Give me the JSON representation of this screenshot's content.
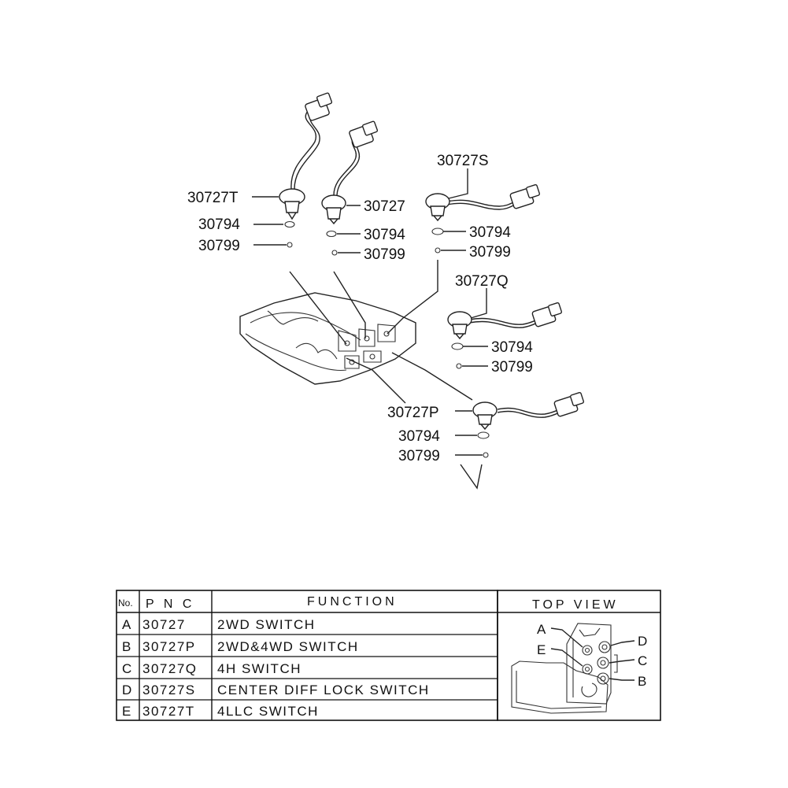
{
  "callouts": {
    "t_switch": "30727T",
    "t_washer": "30794",
    "t_ball": "30799",
    "a_switch": "30727",
    "a_washer": "30794",
    "a_ball": "30799",
    "s_switch": "30727S",
    "s_washer": "30794",
    "s_ball": "30799",
    "q_switch": "30727Q",
    "q_washer": "30794",
    "q_ball": "30799",
    "p_switch": "30727P",
    "p_washer": "30794",
    "p_ball": "30799"
  },
  "table": {
    "headers": {
      "no": "No.",
      "pnc": "P N C",
      "function": "FUNCTION"
    },
    "rows": [
      {
        "no": "A",
        "pnc": "30727",
        "function": "2WD  SWITCH"
      },
      {
        "no": "B",
        "pnc": "30727P",
        "function": "2WD&4WD  SWITCH"
      },
      {
        "no": "C",
        "pnc": "30727Q",
        "function": "4H  SWITCH"
      },
      {
        "no": "D",
        "pnc": "30727S",
        "function": "CENTER  DIFF  LOCK  SWITCH"
      },
      {
        "no": "E",
        "pnc": "30727T",
        "function": "4LLC  SWITCH"
      }
    ]
  },
  "top_view": {
    "title": "TOP VIEW",
    "labels": {
      "a": "A",
      "b": "B",
      "c": "C",
      "d": "D",
      "e": "E"
    }
  }
}
